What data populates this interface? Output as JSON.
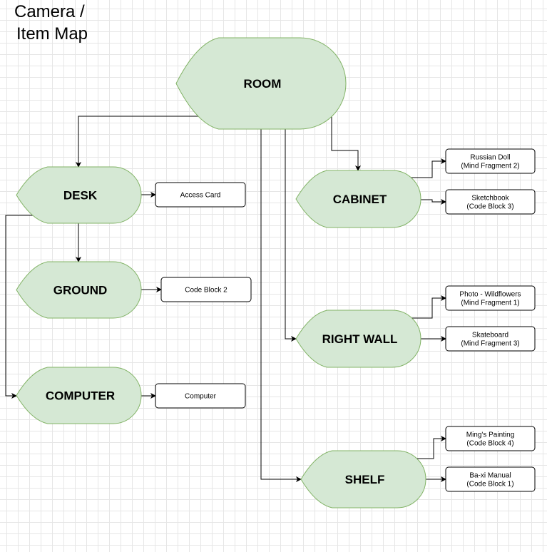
{
  "title": {
    "line1": "Camera /",
    "line2": "Item Map"
  },
  "colors": {
    "node_fill": "#d5e8d4",
    "node_stroke": "#82b366",
    "leaf_fill": "#ffffff",
    "leaf_stroke": "#000000",
    "connector": "#000000",
    "grid": "#e6e6e6"
  },
  "nodes": {
    "room": "ROOM",
    "desk": "DESK",
    "ground": "GROUND",
    "computer": "COMPUTER",
    "cabinet": "CABINET",
    "right_wall": "RIGHT WALL",
    "shelf": "SHELF"
  },
  "items": {
    "access_card": [
      "Access Card"
    ],
    "code_block_2": [
      "Code Block 2"
    ],
    "computer_item": [
      "Computer"
    ],
    "russian_doll": [
      "Russian Doll",
      "(Mind Fragment 2)"
    ],
    "sketchbook": [
      "Sketchbook",
      "(Code Block 3)"
    ],
    "photo_wildflowers": [
      "Photo - Wildflowers",
      "(Mind Fragment 1)"
    ],
    "skateboard": [
      "Skateboard",
      "(Mind Fragment 3)"
    ],
    "mings_painting": [
      "Ming's Painting",
      "(Code Block 4)"
    ],
    "ba_xi_manual": [
      "Ba-xi Manual",
      "(Code Block 1)"
    ]
  }
}
